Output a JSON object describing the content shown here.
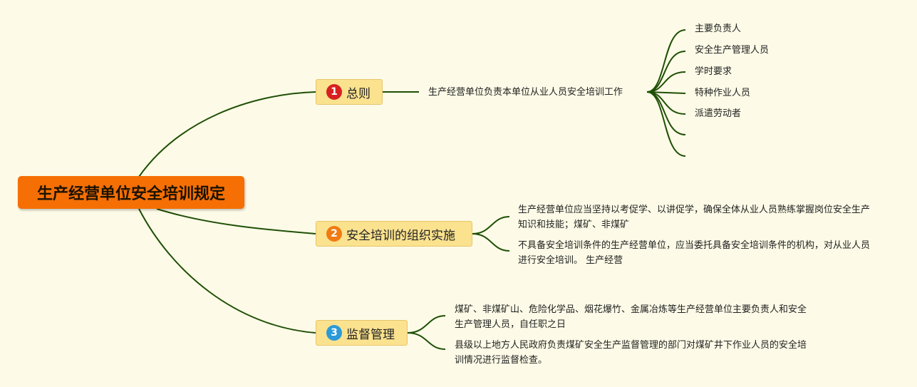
{
  "root": {
    "title": "生产经营单位安全培训规定"
  },
  "branches": [
    {
      "number": "1",
      "label": "总则",
      "child": "生产经营单位负责本单位从业人员安全培训工作",
      "leaves": [
        "主要负责人",
        "安全生产管理人员",
        "学时要求",
        "特种作业人员",
        "派遣劳动者",
        "",
        ""
      ]
    },
    {
      "number": "2",
      "label": "安全培训的组织实施",
      "paragraphs": [
        "生产经营单位应当坚持以考促学、以讲促学，确保全体从业人员熟练掌握岗位安全生产知识和技能；煤矿、非煤矿",
        "不具备安全培训条件的生产经营单位，应当委托具备安全培训条件的机构，对从业人员进行安全培训。 生产经营"
      ]
    },
    {
      "number": "3",
      "label": "监督管理",
      "paragraphs": [
        "煤矿、非煤矿山、危险化学品、烟花爆竹、金属冶炼等生产经营单位主要负责人和安全生产管理人员，自任职之日",
        "县级以上地方人民政府负责煤矿安全生产监督管理的部门对煤矿井下作业人员的安全培训情况进行监督检查。"
      ]
    }
  ],
  "colors": {
    "background": "#fdfbe7",
    "root": "#f56f04",
    "branch": "#fbe28f",
    "line": "#1f4f06",
    "num1": "#d8211f",
    "num2": "#ef7b12",
    "num3": "#2c9ad8"
  }
}
